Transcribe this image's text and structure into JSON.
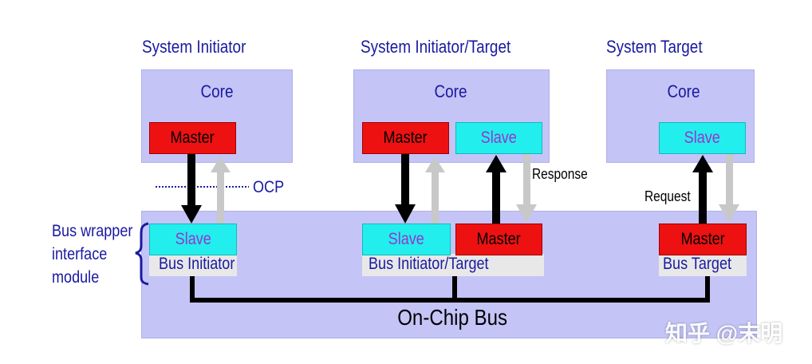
{
  "titles": {
    "initiator": "System Initiator",
    "initiator_target": "System Initiator/Target",
    "target": "System Target"
  },
  "core_label": "Core",
  "master_label": "Master",
  "slave_label": "Slave",
  "strips": {
    "initiator": "Bus Initiator",
    "initiator_target": "Bus Initiator/Target",
    "target": "Bus Target"
  },
  "ocp_label": "OCP",
  "response_label": "Response",
  "request_label": "Request",
  "side_label": [
    "Bus wrapper",
    "interface",
    "module"
  ],
  "bus_label": "On-Chip Bus",
  "watermark": "知乎 @末明",
  "colors": {
    "panel": "#c4c4f7",
    "master": "#ee1111",
    "slave": "#22eeee",
    "label_blue": "#1a1aa0",
    "slave_text": "#9933cc",
    "arrow_black": "#000000",
    "arrow_gray": "#c8c8c8"
  }
}
